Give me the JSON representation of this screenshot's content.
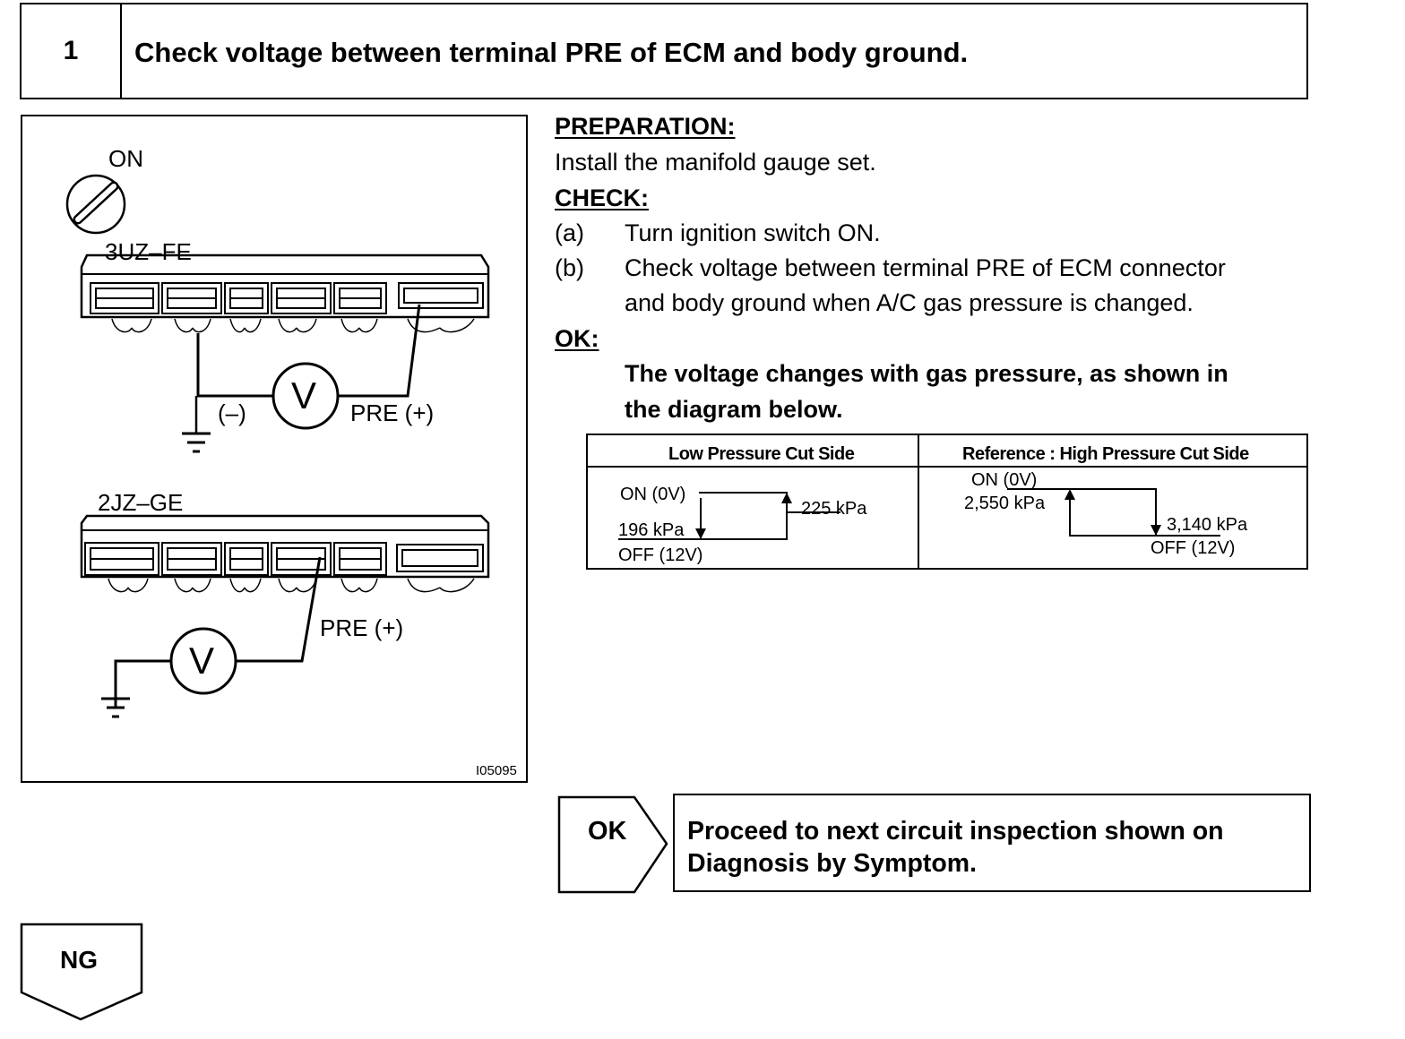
{
  "step": {
    "number": "1",
    "title": "Check voltage between terminal PRE of ECM and body ground."
  },
  "figure": {
    "ignition_label": "ON",
    "engine_top": "3UZ–FE",
    "engine_bottom": "2JZ–GE",
    "neg_label": "(–)",
    "pre_label_top": "PRE (+)",
    "pre_label_bottom": "PRE (+)",
    "voltmeter_symbol": "V",
    "figure_code": "I05095"
  },
  "preparation": {
    "heading": "PREPARATION:",
    "text": "Install the manifold gauge set."
  },
  "check": {
    "heading": "CHECK:",
    "items": [
      {
        "marker": "(a)",
        "lines": [
          "Turn ignition switch ON."
        ]
      },
      {
        "marker": "(b)",
        "lines": [
          "Check voltage between terminal PRE of ECM connector",
          "and body ground when A/C gas pressure is changed."
        ]
      }
    ]
  },
  "ok": {
    "heading": "OK:",
    "lines": [
      "The voltage changes with gas pressure, as shown in",
      "the diagram below."
    ]
  },
  "pressure_table": {
    "left": {
      "header": "Low Pressure Cut Side",
      "on_label": "ON (0V)",
      "off_label": "OFF (12V)",
      "low_value": "196 kPa",
      "high_value": "225 kPa"
    },
    "right": {
      "header": "Reference : High Pressure Cut Side",
      "on_label": "ON (0V)",
      "off_label": "OFF (12V)",
      "low_value": "2,550 kPa",
      "high_value": "3,140 kPa"
    }
  },
  "ok_result": {
    "label": "OK",
    "lines": [
      "Proceed to next circuit inspection shown on",
      "Diagnosis by Symptom."
    ]
  },
  "ng_result": {
    "label": "NG"
  }
}
